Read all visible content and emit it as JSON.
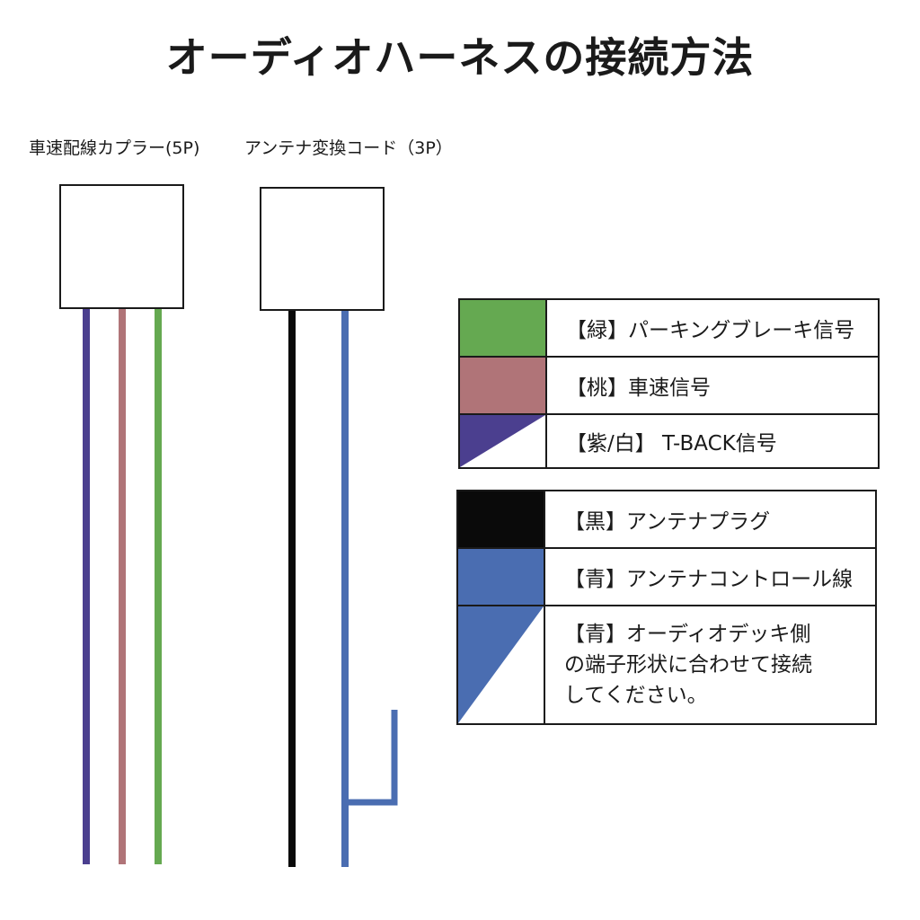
{
  "title": "オーディオハーネスの接続方法",
  "connectors": {
    "speed": {
      "label": "車速配線カプラー(5P)"
    },
    "antenna": {
      "label": "アンテナ変換コード（3P）"
    }
  },
  "wires": {
    "speed": [
      "#4b3f8f",
      "#b07478",
      "#65a951"
    ],
    "antenna": [
      "#0a0a0a",
      "#4a6db1"
    ]
  },
  "legend_top": [
    {
      "text": "【緑】パーキングブレーキ信号",
      "color": "#65a951",
      "split": false
    },
    {
      "text": "【桃】車速信号",
      "color": "#b07478",
      "split": false
    },
    {
      "text": "【紫/白】 T-BACK信号",
      "color": "#4b3f8f",
      "split": true
    }
  ],
  "legend_bottom": [
    {
      "text": "【黒】アンテナプラグ",
      "color": "#0a0a0a",
      "split": false
    },
    {
      "text": "【青】アンテナコントロール線",
      "color": "#4a6db1",
      "split": false
    },
    {
      "text": "【青】オーディオデッキ側\nの端子形状に合わせて接続\nしてください。",
      "color": "#4a6db1",
      "split": true
    }
  ]
}
